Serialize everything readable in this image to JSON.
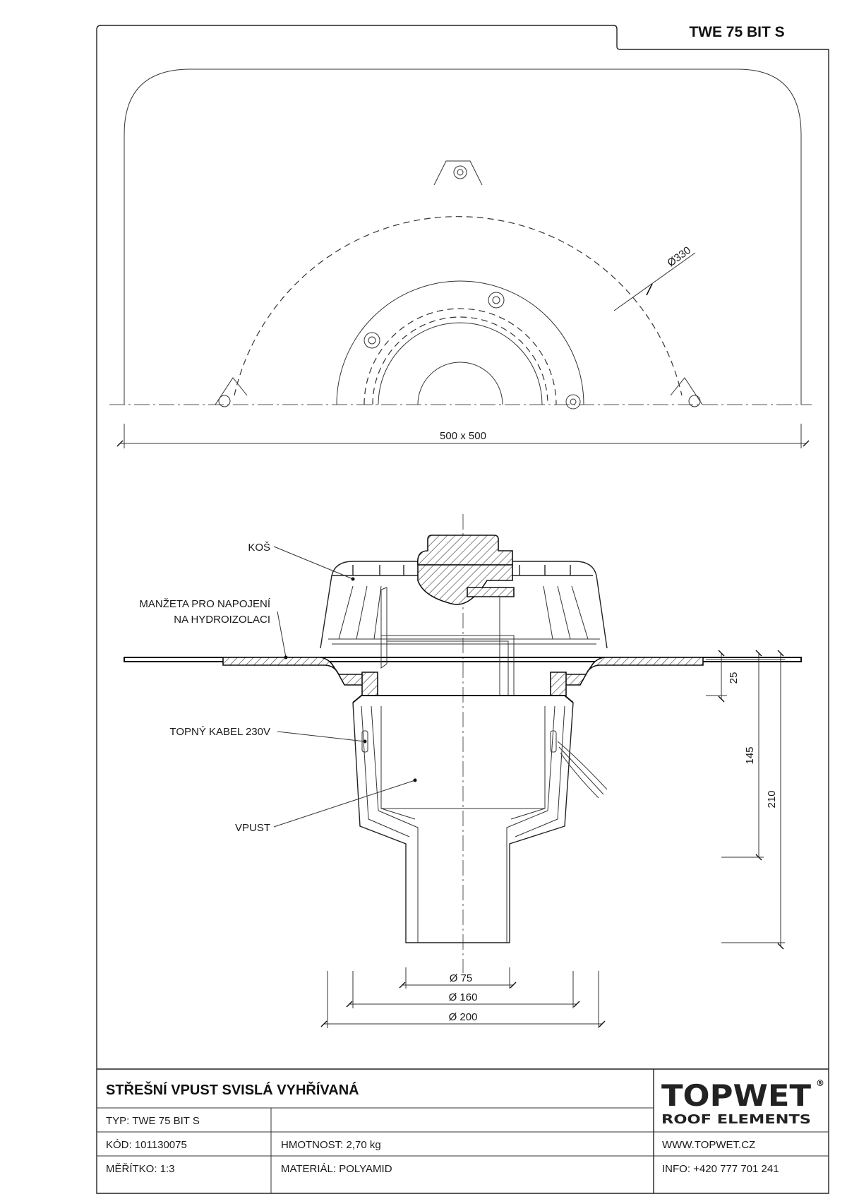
{
  "header": {
    "code": "TWE 75 BIT S"
  },
  "plan_view": {
    "diameter_label": "Ø330",
    "size_label": "500 x 500"
  },
  "section_view": {
    "labels": {
      "basket": "KOŠ",
      "collar_line1": "MANŽETA PRO NAPOJENÍ",
      "collar_line2": "NA HYDROIZOLACI",
      "heating_cable": "TOPNÝ KABEL 230V",
      "outlet": "VPUST"
    },
    "dimensions": {
      "d75": "Ø 75",
      "d160": "Ø 160",
      "d200": "Ø 200",
      "h25": "25",
      "h145": "145",
      "h210": "210"
    }
  },
  "title_block": {
    "title": "STŘEŠNÍ VPUST SVISLÁ VYHŘÍVANÁ",
    "type": "TYP: TWE 75 BIT S",
    "code": "KÓD: 101130075",
    "weight": "HMOTNOST: 2,70 kg",
    "scale": "MĚŘÍTKO: 1:3",
    "material": "MATERIÁL: POLYAMID",
    "website": "WWW.TOPWET.CZ",
    "info": "INFO: +420 777 701 241",
    "logo_top": "TOPWET",
    "logo_registered": "®",
    "logo_bottom": "ROOF ELEMENTS"
  }
}
